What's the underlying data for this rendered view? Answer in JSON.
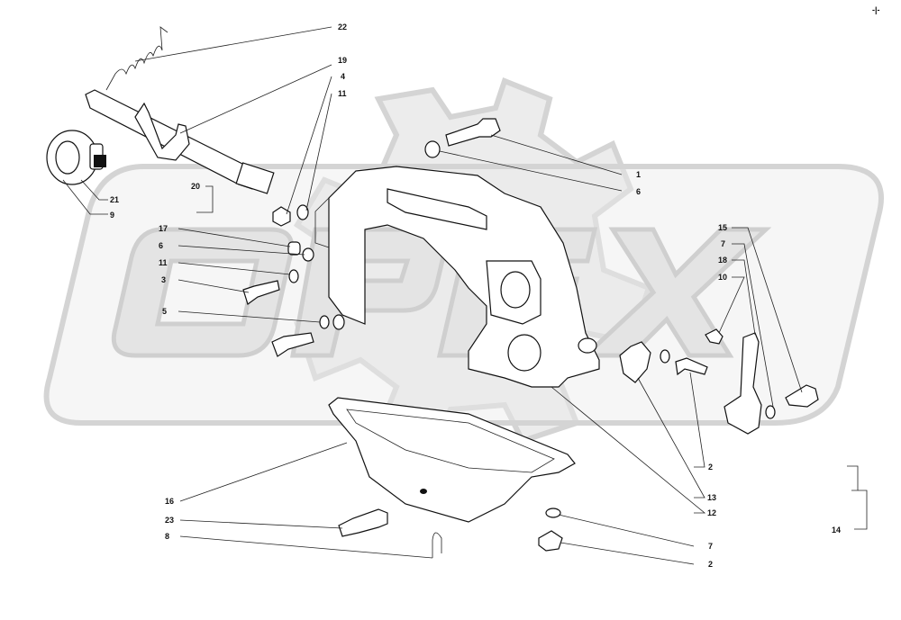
{
  "watermark": {
    "text": "OPEX"
  },
  "corner_mark": "-|-",
  "callouts": [
    {
      "id": "c22",
      "label": "22"
    },
    {
      "id": "c19",
      "label": "19"
    },
    {
      "id": "c4a",
      "label": "4"
    },
    {
      "id": "c11a",
      "label": "11"
    },
    {
      "id": "c21",
      "label": "21"
    },
    {
      "id": "c9",
      "label": "9"
    },
    {
      "id": "c20",
      "label": "20"
    },
    {
      "id": "c17",
      "label": "17"
    },
    {
      "id": "c6a",
      "label": "6"
    },
    {
      "id": "c11b",
      "label": "11"
    },
    {
      "id": "c3",
      "label": "3"
    },
    {
      "id": "c5",
      "label": "5"
    },
    {
      "id": "c1",
      "label": "1"
    },
    {
      "id": "c6b",
      "label": "6"
    },
    {
      "id": "c15",
      "label": "15"
    },
    {
      "id": "c7a",
      "label": "7"
    },
    {
      "id": "c18",
      "label": "18"
    },
    {
      "id": "c10",
      "label": "10"
    },
    {
      "id": "c2a",
      "label": "2"
    },
    {
      "id": "c13",
      "label": "13"
    },
    {
      "id": "c12",
      "label": "12"
    },
    {
      "id": "c14",
      "label": "14"
    },
    {
      "id": "c16",
      "label": "16"
    },
    {
      "id": "c23",
      "label": "23"
    },
    {
      "id": "c8",
      "label": "8"
    },
    {
      "id": "c7b",
      "label": "7"
    },
    {
      "id": "c2b",
      "label": "2"
    }
  ]
}
